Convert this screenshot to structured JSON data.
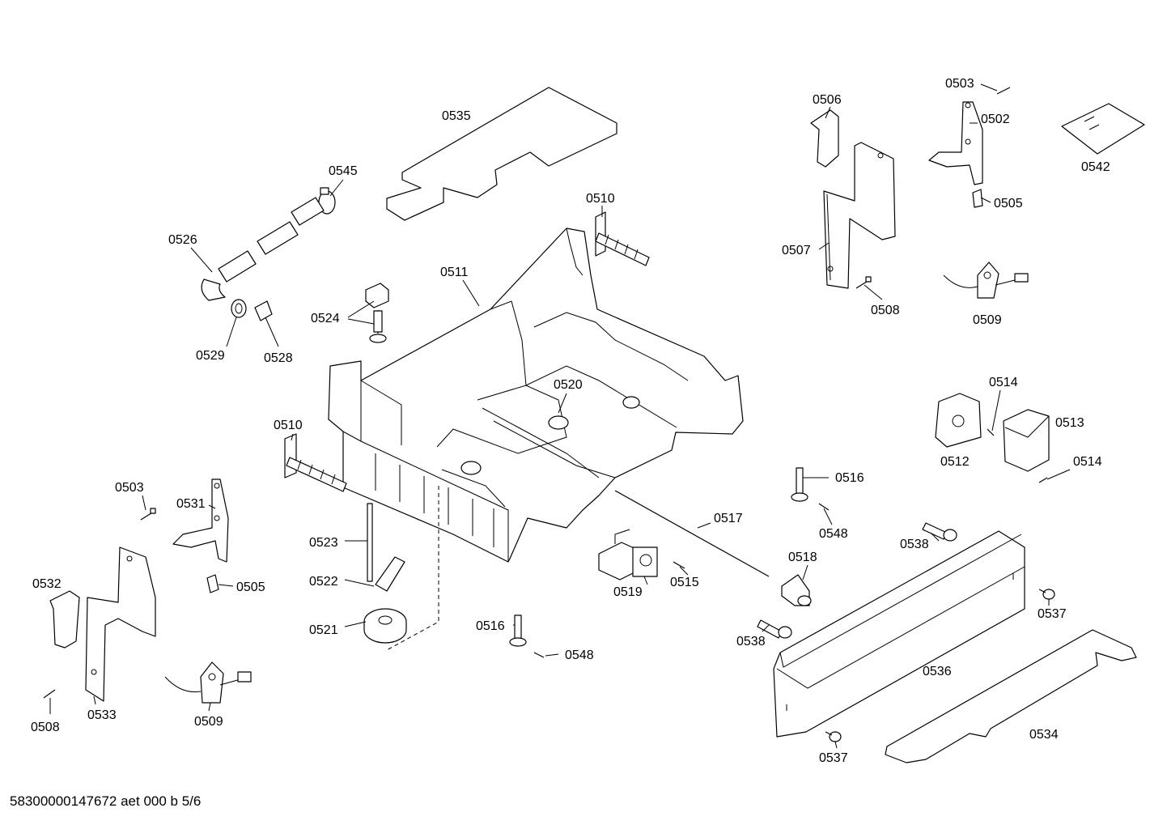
{
  "labels": {
    "p0535": "0535",
    "p0545": "0545",
    "p0526": "0526",
    "p0529": "0529",
    "p0528": "0528",
    "p0524": "0524",
    "p0511": "0511",
    "p0510a": "0510",
    "p0510b": "0510",
    "p0520": "0520",
    "p0506": "0506",
    "p0507": "0507",
    "p0508a": "0508",
    "p0503a": "0503",
    "p0502": "0502",
    "p0505a": "0505",
    "p0542": "0542",
    "p0509a": "0509",
    "p0514a": "0514",
    "p0513": "0513",
    "p0512": "0512",
    "p0514b": "0514",
    "p0516a": "0516",
    "p0548a": "0548",
    "p0517": "0517",
    "p0538a": "0538",
    "p0518": "0518",
    "p0519": "0519",
    "p0515": "0515",
    "p0537a": "0537",
    "p0538b": "0538",
    "p0536": "0536",
    "p0534": "0534",
    "p0537b": "0537",
    "p0503b": "0503",
    "p0531": "0531",
    "p0523": "0523",
    "p0522": "0522",
    "p0521": "0521",
    "p0532": "0532",
    "p0505b": "0505",
    "p0508b": "0508",
    "p0533": "0533",
    "p0509b": "0509",
    "p0516b": "0516",
    "p0548b": "0548"
  },
  "footer": "58300000147672 aet 000 b 5/6"
}
